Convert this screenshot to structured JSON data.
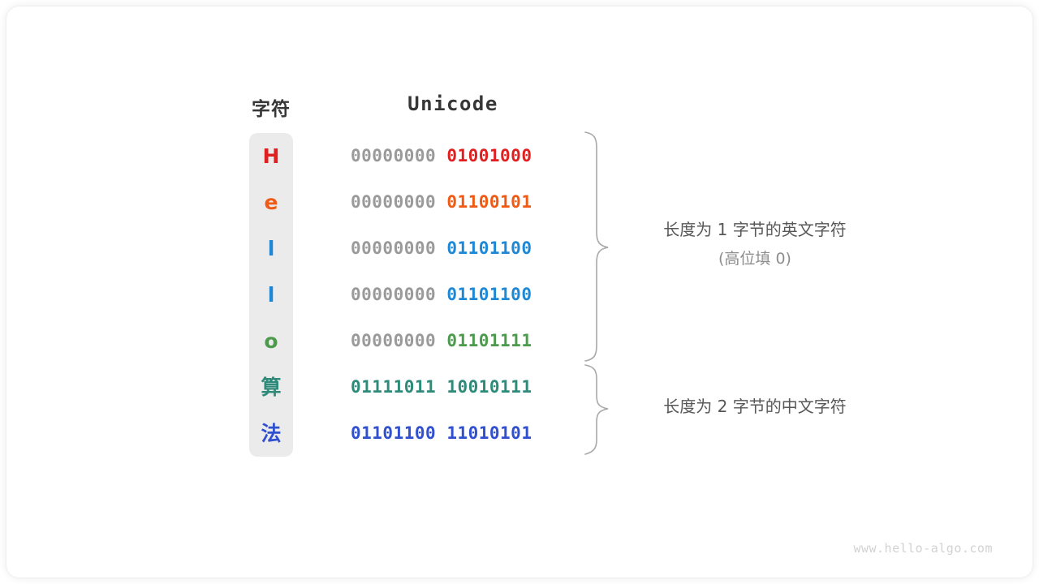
{
  "headers": {
    "char": "字符",
    "unicode": "Unicode"
  },
  "colors": {
    "red": "#e02020",
    "orange": "#f05a14",
    "light_blue": "#1e88d6",
    "green": "#4c9a4c",
    "teal": "#2e8b7a",
    "blue": "#3050d0",
    "high_bits_gray": "#9a9a9a",
    "panel_bg": "#ebebeb",
    "brace_stroke": "#a8a8a8",
    "note_text": "#575757",
    "note_sub_text": "#8d8d8d",
    "watermark": "#d2d2d2"
  },
  "rows": [
    {
      "char": "H",
      "script": "latin",
      "high_byte": "00000000",
      "low_byte": "01001000",
      "color": "#e02020"
    },
    {
      "char": "e",
      "script": "latin",
      "high_byte": "00000000",
      "low_byte": "01100101",
      "color": "#f05a14"
    },
    {
      "char": "l",
      "script": "latin",
      "high_byte": "00000000",
      "low_byte": "01101100",
      "color": "#1e88d6"
    },
    {
      "char": "l",
      "script": "latin",
      "high_byte": "00000000",
      "low_byte": "01101100",
      "color": "#1e88d6"
    },
    {
      "char": "o",
      "script": "latin",
      "high_byte": "00000000",
      "low_byte": "01101111",
      "color": "#4c9a4c"
    },
    {
      "char": "算",
      "script": "cjk",
      "high_byte": "01111011",
      "low_byte": "10010111",
      "color": "#2e8b7a"
    },
    {
      "char": "法",
      "script": "cjk",
      "high_byte": "01101100",
      "low_byte": "11010101",
      "color": "#3050d0"
    }
  ],
  "annotations": {
    "group1_main": "长度为 1 字节的英文字符",
    "group1_sub": "(高位填 0)",
    "group2_main": "长度为 2 字节的中文字符"
  },
  "watermark": "www.hello-algo.com"
}
